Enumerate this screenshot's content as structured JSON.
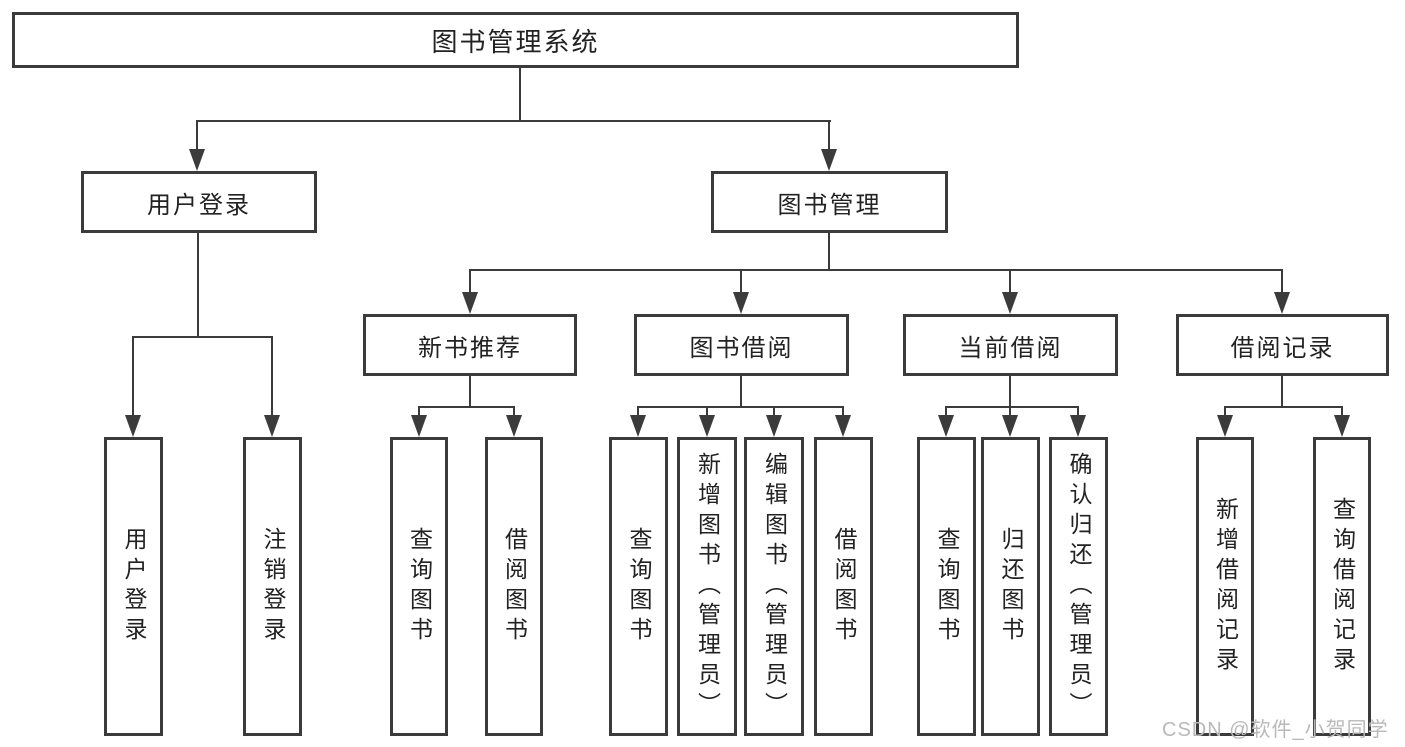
{
  "colors": {
    "line": "#3b3b3b",
    "text": "#222222",
    "box_background": "#ffffff",
    "page_background": "#ffffff",
    "watermark": "#b9b9b9"
  },
  "nodes": {
    "root": "图书管理系统",
    "level2": {
      "user_login": "用户登录",
      "book_mgmt": "图书管理"
    },
    "level3": {
      "new_books": "新书推荐",
      "book_borrow": "图书借阅",
      "current_borrow": "当前借阅",
      "borrow_records": "借阅记录"
    },
    "leaves": {
      "user_login": [
        "用户登录",
        "注销登录"
      ],
      "new_books": [
        "查询图书",
        "借阅图书"
      ],
      "book_borrow": [
        "查询图书",
        "新增图书（管理员）",
        "编辑图书（管理员）",
        "借阅图书"
      ],
      "current_borrow": [
        "查询图书",
        "归还图书",
        "确认归还（管理员）"
      ],
      "borrow_records": [
        "新增借阅记录",
        "查询借阅记录"
      ]
    }
  },
  "watermark": "CSDN @软件_小贺同学"
}
